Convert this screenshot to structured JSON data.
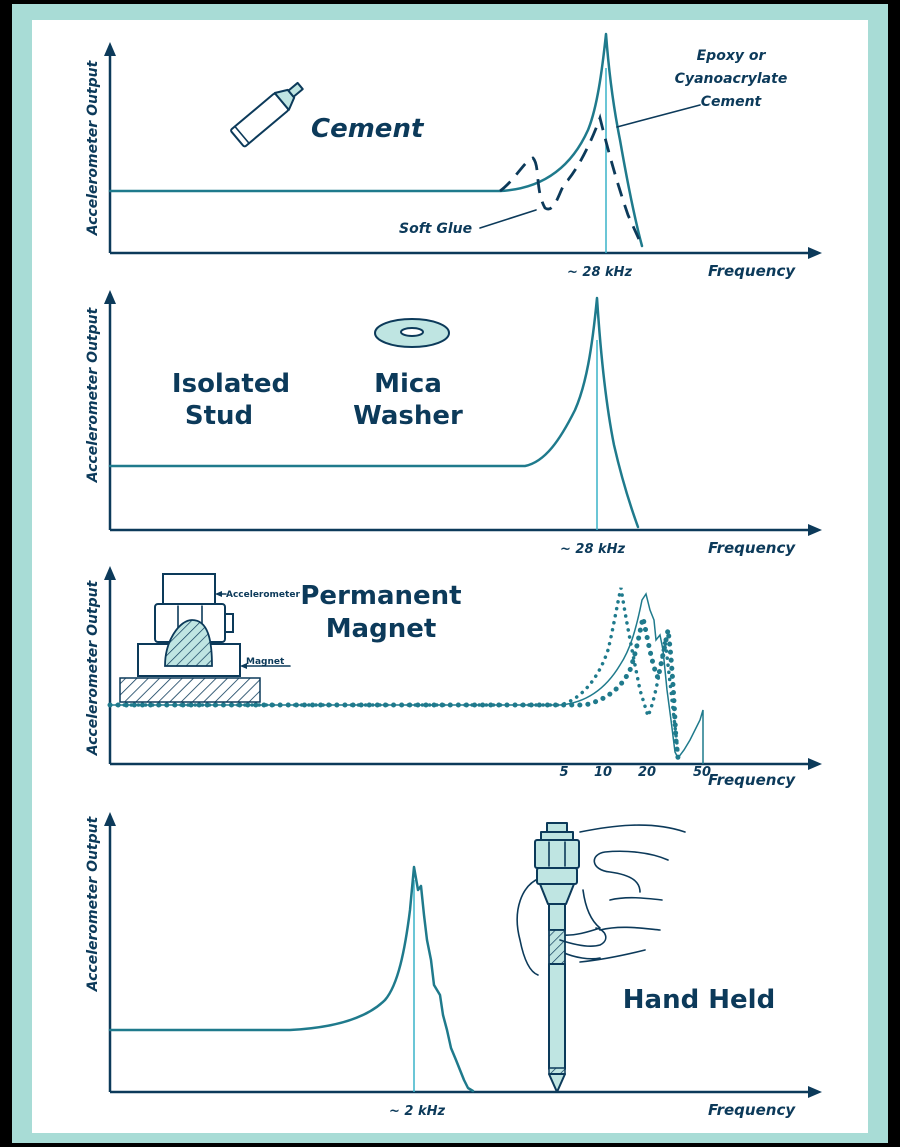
{
  "colors": {
    "frame": "#a8dcd6",
    "ink": "#0c3a5a",
    "curve": "#1f7a8c",
    "marker": "#3ab3c9",
    "fill": "#bfe5e2"
  },
  "panels": [
    {
      "title": "Cement",
      "ylabel": "Accelerometer Output",
      "xlabel": "Frequency",
      "tick": "~ 28 kHz",
      "annotation_epoxy": [
        "Epoxy or",
        "Cyanoacrylate",
        "Cement"
      ],
      "annotation_soft": "Soft Glue",
      "icon": "glue-tube-icon"
    },
    {
      "title": [
        "Isolated",
        "Stud"
      ],
      "title2": [
        "Mica",
        "Washer"
      ],
      "ylabel": "Accelerometer Output",
      "xlabel": "Frequency",
      "tick": "~ 28 kHz",
      "icon": "mica-washer-icon"
    },
    {
      "title": [
        "Permanent",
        "Magnet"
      ],
      "ylabel": "Accelerometer Output",
      "xlabel": "Frequency",
      "ticks": [
        "5",
        "10",
        "20",
        "50"
      ],
      "label_accelerometer": "Accelerometer",
      "label_magnet": "Magnet",
      "icon": "magnet-mount-icon"
    },
    {
      "title": "Hand Held",
      "ylabel": "Accelerometer Output",
      "xlabel": "Frequency",
      "tick": "~ 2 kHz",
      "icon": "hand-held-probe-icon"
    }
  ]
}
